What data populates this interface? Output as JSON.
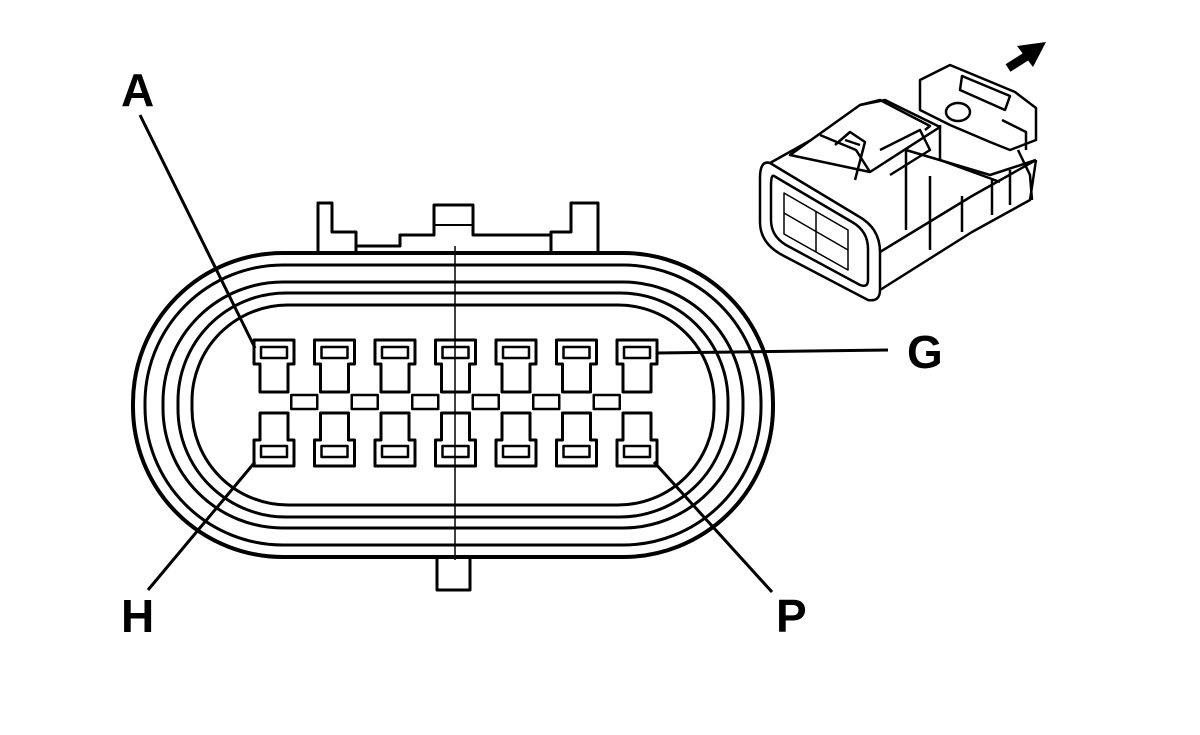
{
  "callouts": {
    "a": "A",
    "g": "G",
    "h": "H",
    "p": "P"
  },
  "colors": {
    "ink": "#000000",
    "paper": "#ffffff"
  },
  "connector": {
    "rows": 2,
    "cavities_per_row": 7,
    "top_row_first": "A",
    "top_row_last": "G",
    "bottom_row_first": "H",
    "bottom_row_last": "P"
  },
  "icons": {
    "direction": "arrow-up-right-icon",
    "thumbnail": "connector-isometric-icon"
  }
}
